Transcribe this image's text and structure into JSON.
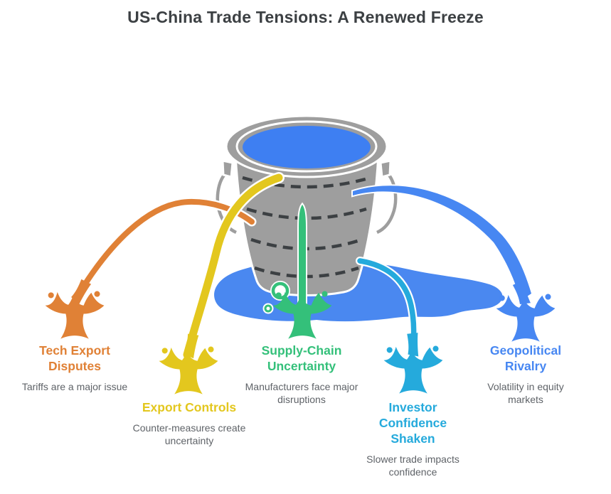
{
  "title": "US-China Trade Tensions: A Renewed Freeze",
  "colors": {
    "heading": "#3C4043",
    "caption": "#5F6368",
    "bucket": "#9E9E9E",
    "dash": "#3C4043",
    "water": "#3E7FF2",
    "puddle": "#4A88F0"
  },
  "icons": {
    "center": "bucket-of-water-icon",
    "leak_marker": "splash-icon"
  },
  "factors": [
    {
      "id": "tech-export-disputes",
      "label": "Tech Export Disputes",
      "caption": "Tariffs are a major issue",
      "color": "#E08136"
    },
    {
      "id": "export-controls",
      "label": "Export Controls",
      "caption": "Counter-measures create uncertainty",
      "color": "#E3C71E"
    },
    {
      "id": "supply-chain-uncertainty",
      "label": "Supply-Chain Uncertainty",
      "caption": "Manufacturers face major disruptions",
      "color": "#34C07A"
    },
    {
      "id": "investor-confidence-shaken",
      "label": "Investor Confidence Shaken",
      "caption": "Slower trade impacts confidence",
      "color": "#25AADC"
    },
    {
      "id": "geopolitical-rivalry",
      "label": "Geopolitical Rivalry",
      "caption": "Volatility in equity markets",
      "color": "#4787F2"
    }
  ]
}
